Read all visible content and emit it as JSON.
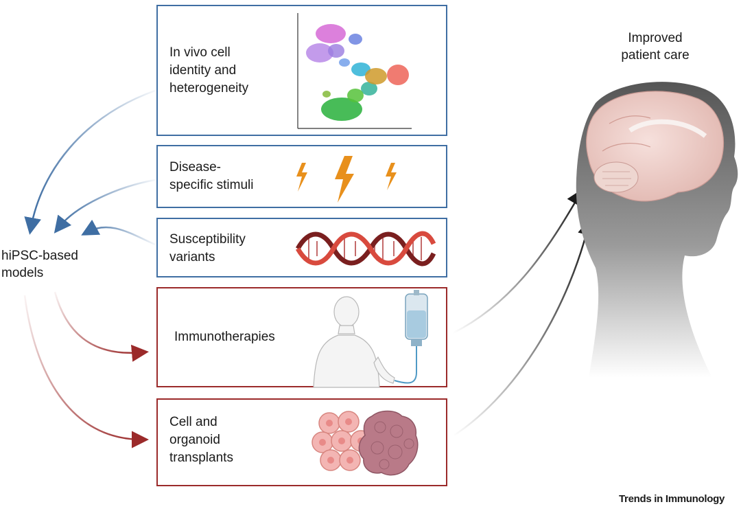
{
  "left_label": "hiPSC-based\nmodels",
  "right_label": "Improved\npatient care",
  "journal": "Trends in Immunology",
  "panels": {
    "identity": "In vivo cell\nidentity and\nheterogeneity",
    "stimuli": "Disease-\nspecific stimuli",
    "variants": "Susceptibility\nvariants",
    "immuno": "Immunotherapies",
    "transplants": "Cell and\norganoid\ntransplants"
  },
  "colors": {
    "blue": "#3f6ea3",
    "red": "#9b2a2a",
    "bolt": "#e8901c",
    "dark": "#1a1a1a"
  },
  "icons": [
    "umap-cluster-plot",
    "lightning-bolt-icon",
    "dna-helix-icon",
    "iv-drip-body-icon",
    "cell-cluster-organoid-icon",
    "human-head-brain-icon"
  ]
}
